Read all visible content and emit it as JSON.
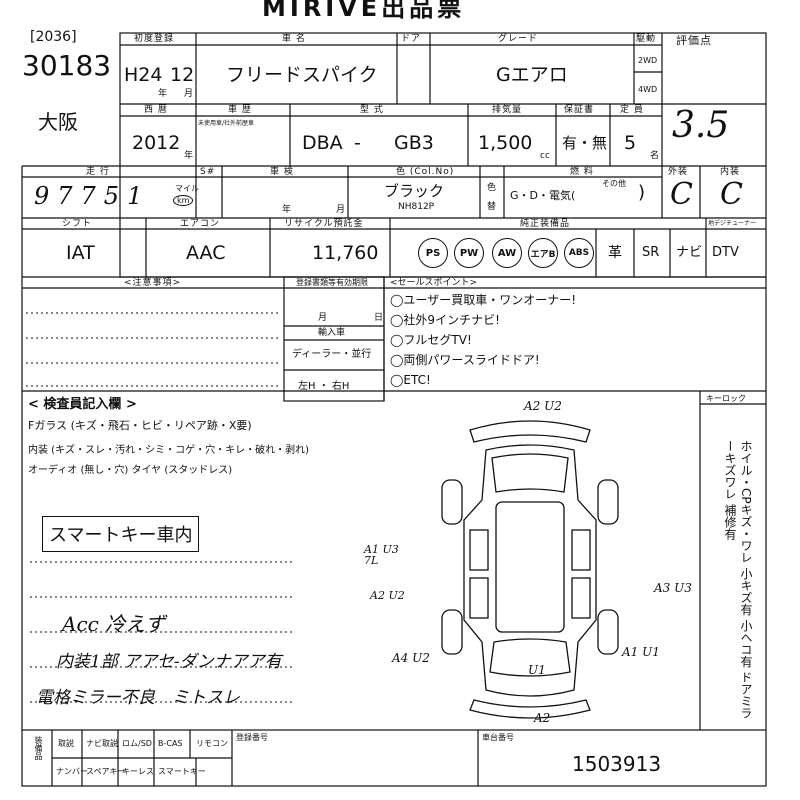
{
  "header": {
    "title": "MIRIVE出品票"
  },
  "lot": {
    "bracket_no": "[2036]",
    "number": "30183",
    "location": "大阪",
    "score": "3.5"
  },
  "row1": {
    "labels": {
      "first_reg": "初度登録",
      "car_name": "車 名",
      "door": "ドア",
      "grade": "グレード",
      "drive": "駆動",
      "score": "評価点"
    },
    "year": "H24",
    "month": "12",
    "year_unit": "年",
    "month_unit": "月",
    "car_name": "フリードスパイク",
    "grade": "Gエアロ",
    "drive_options": [
      "2WD",
      "4WD"
    ]
  },
  "row2": {
    "labels": {
      "western_year": "西 暦",
      "history": "車 歴",
      "history_sub": "未使用車/社外前歴車",
      "model": "型 式",
      "displacement": "排気量",
      "warranty": "保証書",
      "seats": "定 員"
    },
    "western_year": "2012",
    "year_unit": "年",
    "model_prefix": "DBA",
    "model_dash": "-",
    "model_code": "GB3",
    "displacement": "1,500",
    "cc": "cc",
    "warranty": "有・無",
    "seats": "5",
    "seats_unit": "名"
  },
  "row3": {
    "labels": {
      "mileage": "走 行",
      "unknown": "S#",
      "inspection": "車 検",
      "color": "色 (Col.No)",
      "fuel": "燃 料",
      "exterior": "外装",
      "interior": "内装"
    },
    "mileage": "97751",
    "mileage_units": [
      "マイル",
      "km"
    ],
    "inspection_year": "年",
    "inspection_month": "月",
    "color": "ブラック",
    "color_code": "NH812P",
    "color_change": [
      "色",
      "替"
    ],
    "fuel": "G・D・電気(",
    "fuel_other_label": "その他",
    "fuel_close": ")",
    "exterior": "C",
    "interior": "C"
  },
  "row4": {
    "labels": {
      "shift": "シフト",
      "aircon": "エアコン",
      "recycle": "リサイクル預託金",
      "equipment": "純正装備品",
      "digital": "地デジチューナー"
    },
    "shift": "IAT",
    "aircon": "AAC",
    "recycle": "11,760",
    "equipment_circled": [
      "PS",
      "PW",
      "AW",
      "エアB",
      "ABS"
    ],
    "equipment_plain": [
      "革",
      "SR",
      "ナビ",
      "DTV"
    ]
  },
  "notes": {
    "labels": {
      "caution": "<注意事項>",
      "doc_deadline": "登録書類等有効期限",
      "import": "輸入車",
      "sales_points": "<セールスポイント>"
    },
    "doc_month": "月",
    "doc_day": "日",
    "import_type": "ディーラー・並行",
    "handle": "左H ・ 右H",
    "sales_points": [
      "◯ユーザー買取車・ワンオーナー!",
      "◯社外9インチナビ!",
      "◯フルセグTV!",
      "◯両側パワースライドドア!",
      "◯ETC!"
    ]
  },
  "inspector": {
    "title": "< 検査員記入欄 >",
    "glass_label": "Fガラス (キズ・飛石・ヒビ・リペア跡・X要)",
    "interior_label": "内装 (キズ・スレ・汚れ・シミ・コゲ・穴・キレ・破れ・剥れ)",
    "audio_label": "オーディオ (無し・穴) タイヤ (スタッドレス)",
    "smart_key": "スマートキー車内",
    "hw1": "Acc 冷えず",
    "hw2": "内装1部 アアセ-ダンナアア有",
    "hw3": "電格ミラー不良　ミトスレ"
  },
  "key_lock": {
    "label": "キーロック",
    "text": "ホイル・CPキズ・ワレ 小キズ有 小ヘコ有 ドアミラーキズワレ 補修有"
  },
  "diagram_marks": {
    "rear": "A2 U2",
    "left1": "A1 U3 7L",
    "left2": "A2 U2",
    "right": "A3 U3",
    "front_l": "A4 U2",
    "front_r": "A1 U1",
    "front": "U1",
    "bottom": "A2"
  },
  "footer": {
    "labels": {
      "equipment": "装備品",
      "tool": "取説",
      "navi": "ナビ取説",
      "rom": "ロム/SD",
      "bcas": "B-CAS",
      "remote": "リモコン",
      "number": "ナンバー",
      "spare": "スペアキー",
      "keyless": "キーレス",
      "smartkey": "スマートキー",
      "reg_no": "登録番号",
      "chassis": "車台番号"
    },
    "chassis_no": "1503913"
  }
}
